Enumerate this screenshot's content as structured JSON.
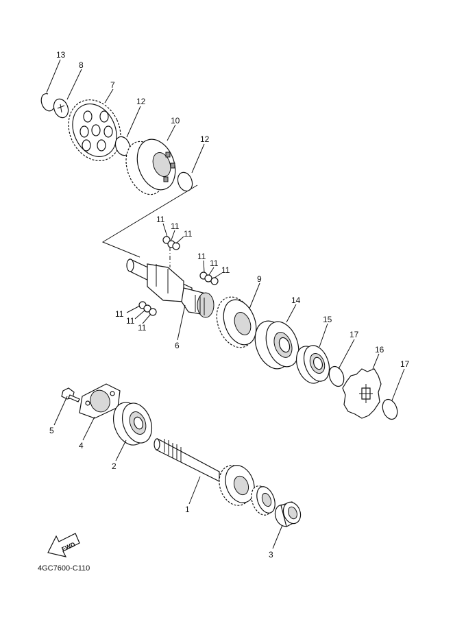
{
  "diagram_code": "4GC7600-C110",
  "fwd_label": "FWD",
  "callouts": {
    "c1": "1",
    "c2": "2",
    "c3": "3",
    "c4": "4",
    "c5": "5",
    "c6": "6",
    "c7": "7",
    "c8": "8",
    "c9": "9",
    "c10": "10",
    "c11a": "11",
    "c11b": "11",
    "c11c": "11",
    "c11d": "11",
    "c11e": "11",
    "c11f": "11",
    "c11g": "11",
    "c11h": "11",
    "c11i": "11",
    "c12a": "12",
    "c12b": "12",
    "c13": "13",
    "c14": "14",
    "c15": "15",
    "c16": "16",
    "c17a": "17",
    "c17b": "17"
  }
}
